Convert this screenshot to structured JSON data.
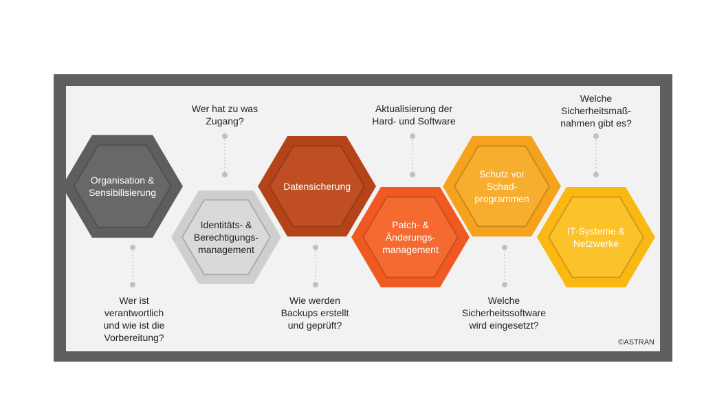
{
  "colors": {
    "frame": "#5f5f5f",
    "panel": "#f2f2f2",
    "dot": "#c0c0c0"
  },
  "hexagons": [
    {
      "id": "organisation",
      "lines": [
        "Organisation &",
        "Sensibilisierung"
      ],
      "fill": "#5e5e5e",
      "inner": "#686868",
      "text_color": "#ffffff"
    },
    {
      "id": "identitaet",
      "lines": [
        "Identitäts- &",
        "Berechtigungs-",
        "management"
      ],
      "fill": "#cfcfcf",
      "inner": "#d9d9d9",
      "text_color": "#222222"
    },
    {
      "id": "datensicherung",
      "lines": [
        "Datensicherung"
      ],
      "fill": "#b5431a",
      "inner": "#bf4f22",
      "text_color": "#ffffff"
    },
    {
      "id": "patch",
      "lines": [
        "Patch- &",
        "Änderungs-",
        "management"
      ],
      "fill": "#f05a22",
      "inner": "#f56a30",
      "text_color": "#ffffff"
    },
    {
      "id": "schutz",
      "lines": [
        "Schutz vor",
        "Schad-",
        "programmen"
      ],
      "fill": "#f5a31c",
      "inner": "#f7ad2e",
      "text_color": "#ffffff"
    },
    {
      "id": "itsysteme",
      "lines": [
        "IT-Systeme &",
        "Netzwerke"
      ],
      "fill": "#fbb812",
      "inner": "#fcc22a",
      "text_color": "#ffffff"
    }
  ],
  "questions": [
    {
      "id": "q-organisation",
      "lines": [
        "Wer ist",
        "verantwortlich",
        "und wie ist die",
        "Vorbereitung?"
      ]
    },
    {
      "id": "q-identitaet",
      "lines": [
        "Wer hat zu was",
        "Zugang?"
      ]
    },
    {
      "id": "q-datensicherung",
      "lines": [
        "Wie werden",
        "Backups erstellt",
        "und geprüft?"
      ]
    },
    {
      "id": "q-patch",
      "lines": [
        "Aktualisierung der",
        "Hard- und Software"
      ]
    },
    {
      "id": "q-schutz",
      "lines": [
        "Welche",
        "Sicherheitssoftware",
        "wird eingesetzt?"
      ]
    },
    {
      "id": "q-itsysteme",
      "lines": [
        "Welche",
        "Sicherheitsmaß-",
        "nahmen gibt es?"
      ]
    }
  ],
  "copyright": "©ASTRAN"
}
